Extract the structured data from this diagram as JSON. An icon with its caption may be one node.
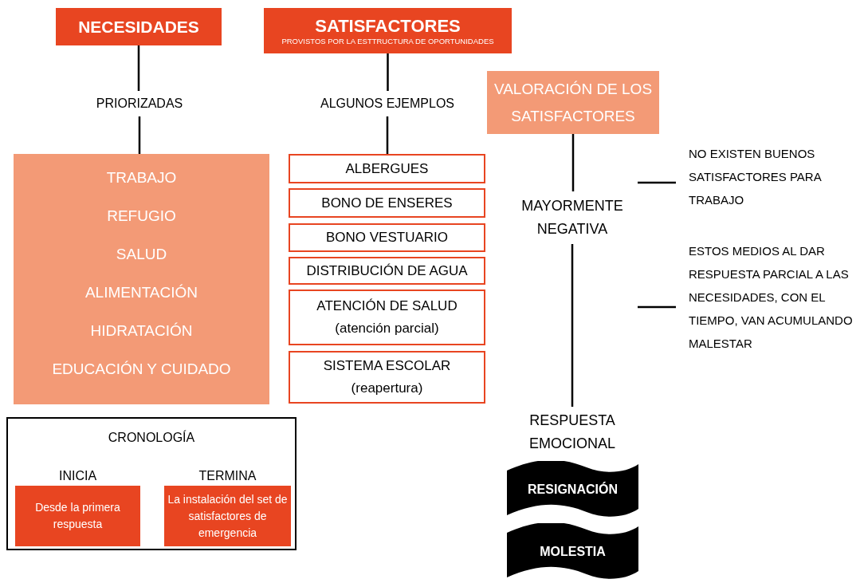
{
  "diagram": {
    "nodes": [
      {
        "text": [
          "NECESIDADES"
        ]
      },
      {
        "text": [
          "PRIORIZADAS"
        ]
      },
      {
        "text": [
          "TRABAJO",
          "REFUGIO",
          "SALUD",
          "ALIMENTACIÓN",
          "HIDRATACIÓN",
          "EDUCACIÓN Y CUIDADO"
        ]
      },
      {
        "text": [
          "SATISFACTORES",
          "PROVISTOS POR LA ESTTRUCTURA DE OPORTUNIDADES"
        ]
      },
      {
        "text": [
          "ALGUNOS EJEMPLOS"
        ]
      },
      {
        "text": [
          "ALBERGUES"
        ]
      },
      {
        "text": [
          "BONO DE ENSERES"
        ]
      },
      {
        "text": [
          "BONO VESTUARIO"
        ]
      },
      {
        "text": [
          "DISTRIBUCIÓN DE AGUA"
        ]
      },
      {
        "text": [
          "ATENCIÓN DE SALUD",
          "(atención parcial)"
        ]
      },
      {
        "text": [
          "SISTEMA ESCOLAR",
          "(reapertura)"
        ]
      },
      {
        "text": [
          "VALORACIÓN DE LOS SATISFACTORES"
        ]
      },
      {
        "text": [
          "MAYORMENTE NEGATIVA"
        ]
      },
      {
        "text": [
          "NO EXISTEN BUENOS SATISFACTORES PARA TRABAJO"
        ]
      },
      {
        "text": [
          "ESTOS MEDIOS AL DAR RESPUESTA PARCIAL A LAS NECESIDADES, CON EL TIEMPO, VAN ACUMULANDO MALESTAR"
        ]
      },
      {
        "text": [
          "RESPUESTA EMOCIONAL"
        ]
      },
      {
        "text": [
          "RESIGNACIÓN"
        ]
      },
      {
        "text": [
          "MOLESTIA"
        ]
      },
      {
        "text": [
          "CRONOLOGÍA"
        ]
      },
      {
        "text": [
          "INICIA",
          "Desde la primera respuesta"
        ],
        "in": 18
      },
      {
        "text": [
          "TERMINA",
          "La instalación del set de satisfactores de emergencia"
        ],
        "in": 18
      }
    ],
    "edges": [
      {
        "from": 0,
        "to": 1,
        "arrow": "none"
      },
      {
        "from": 1,
        "to": 2,
        "arrow": "none"
      },
      {
        "from": 3,
        "to": 4,
        "arrow": "none"
      },
      {
        "from": 4,
        "to": 5,
        "arrow": "none"
      },
      {
        "from": 11,
        "to": 12,
        "arrow": "none"
      },
      {
        "from": 12,
        "to": 15,
        "arrow": "none"
      },
      {
        "from": null,
        "to": 13,
        "arrow": "none"
      },
      {
        "from": null,
        "to": 14,
        "arrow": "none"
      }
    ]
  }
}
